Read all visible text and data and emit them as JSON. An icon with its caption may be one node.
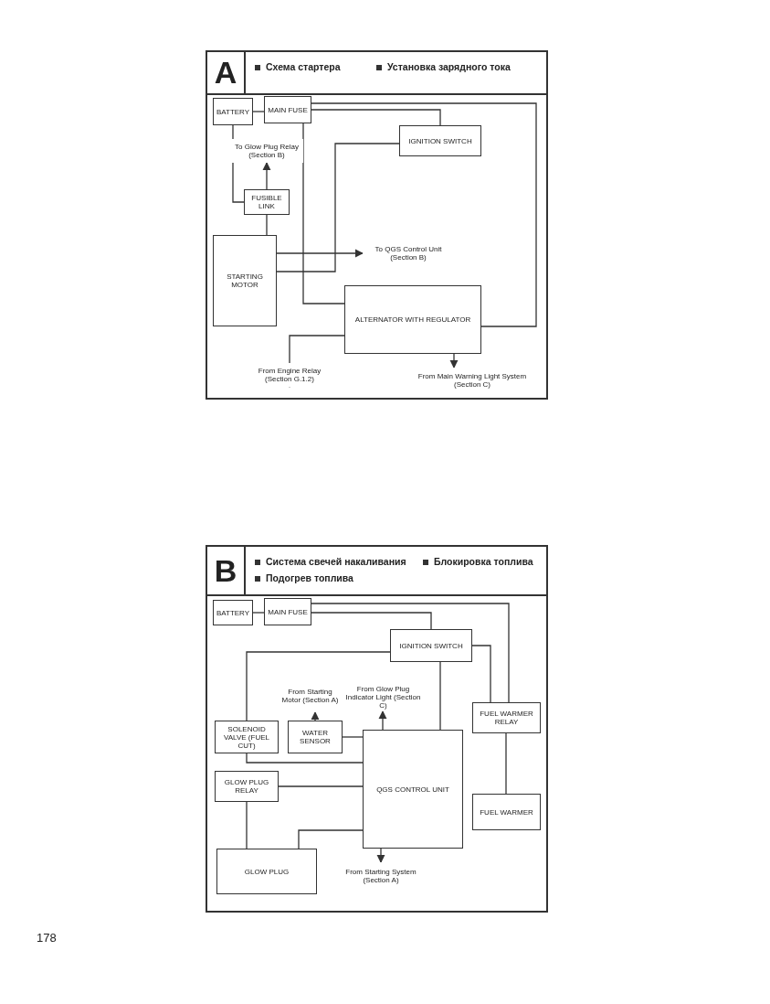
{
  "diagram": {
    "nodes": [
      {
        "text": [
          "A",
          "Схема стартера",
          "Установка зарядного тока"
        ]
      },
      {
        "text": [
          "BATTERY"
        ],
        "in": 0
      },
      {
        "text": [
          "MAIN FUSE"
        ],
        "in": 0
      },
      {
        "text": [
          "IGNITION SWITCH"
        ],
        "in": 0
      },
      {
        "text": [
          "FUSIBLE LINK"
        ],
        "in": 0
      },
      {
        "text": [
          "STARTING MOTOR"
        ],
        "in": 0
      },
      {
        "text": [
          "ALTERNATOR WITH REGULATOR"
        ],
        "in": 0
      },
      {
        "text": [
          "To Glow Plug Relay (Section B)"
        ],
        "in": 0
      },
      {
        "text": [
          "To QGS Control Unit (Section B)"
        ],
        "in": 0
      },
      {
        "text": [
          "From Engine Relay (Section G.1.2)"
        ],
        "in": 0
      },
      {
        "text": [
          "From Main Warning Light System (Section C)"
        ],
        "in": 0
      },
      {
        "text": [
          "B",
          "Система свечей накаливания",
          "Блокировка топлива",
          "Подогрев топлива"
        ]
      },
      {
        "text": [
          "BATTERY"
        ],
        "in": 11
      },
      {
        "text": [
          "MAIN FUSE"
        ],
        "in": 11
      },
      {
        "text": [
          "IGNITION SWITCH"
        ],
        "in": 11
      },
      {
        "text": [
          "From Starting Motor (Section A)"
        ],
        "in": 11
      },
      {
        "text": [
          "SOLENOID VALVE (FUEL CUT)"
        ],
        "in": 11
      },
      {
        "text": [
          "WATER SENSOR"
        ],
        "in": 11
      },
      {
        "text": [
          "From Glow Plug Indicator Light (Section C)"
        ],
        "in": 11
      },
      {
        "text": [
          "FUEL WARMER RELAY"
        ],
        "in": 11
      },
      {
        "text": [
          "GLOW PLUG RELAY"
        ],
        "in": 11
      },
      {
        "text": [
          "QGS CONTROL UNIT"
        ],
        "in": 11
      },
      {
        "text": [
          "FUEL WARMER"
        ],
        "in": 11
      },
      {
        "text": [
          "GLOW PLUG"
        ],
        "in": 11
      },
      {
        "text": [
          "From Starting System (Section A)"
        ],
        "in": 11
      }
    ],
    "edges": [
      {
        "from": 1,
        "to": 2,
        "arrow": "none"
      },
      {
        "from": 2,
        "to": 3,
        "arrow": "none"
      },
      {
        "from": 2,
        "to": 6,
        "arrow": "none"
      },
      {
        "from": 1,
        "to": 4,
        "arrow": "none"
      },
      {
        "from": 4,
        "to": 7,
        "arrow": "to"
      },
      {
        "from": 4,
        "to": 5,
        "arrow": "none"
      },
      {
        "from": 3,
        "to": 5,
        "arrow": "none"
      },
      {
        "from": 5,
        "to": 8,
        "arrow": "to"
      },
      {
        "from": 2,
        "to": 6,
        "arrow": "none"
      },
      {
        "from": 6,
        "to": 9,
        "arrow": "to"
      },
      {
        "from": 6,
        "to": 10,
        "arrow": "to"
      },
      {
        "from": 12,
        "to": 13,
        "arrow": "none"
      },
      {
        "from": 13,
        "to": 14,
        "arrow": "none"
      },
      {
        "from": 13,
        "to": 19,
        "arrow": "none"
      },
      {
        "from": 14,
        "to": 21,
        "arrow": "none"
      },
      {
        "from": 14,
        "to": 16,
        "arrow": "none"
      },
      {
        "from": 17,
        "to": 15,
        "arrow": "to"
      },
      {
        "from": 21,
        "to": 18,
        "arrow": "to"
      },
      {
        "from": 17,
        "to": 21,
        "arrow": "none"
      },
      {
        "from": 16,
        "to": 21,
        "arrow": "none"
      },
      {
        "from": 21,
        "to": 20,
        "arrow": "none"
      },
      {
        "from": 20,
        "to": 23,
        "arrow": "none"
      },
      {
        "from": 21,
        "to": 23,
        "arrow": "none"
      },
      {
        "from": 21,
        "to": 24,
        "arrow": "to"
      },
      {
        "from": 19,
        "to": 22,
        "arrow": "none"
      },
      {
        "from": 14,
        "to": 19,
        "arrow": "none"
      }
    ],
    "labels": [
      "178"
    ]
  }
}
